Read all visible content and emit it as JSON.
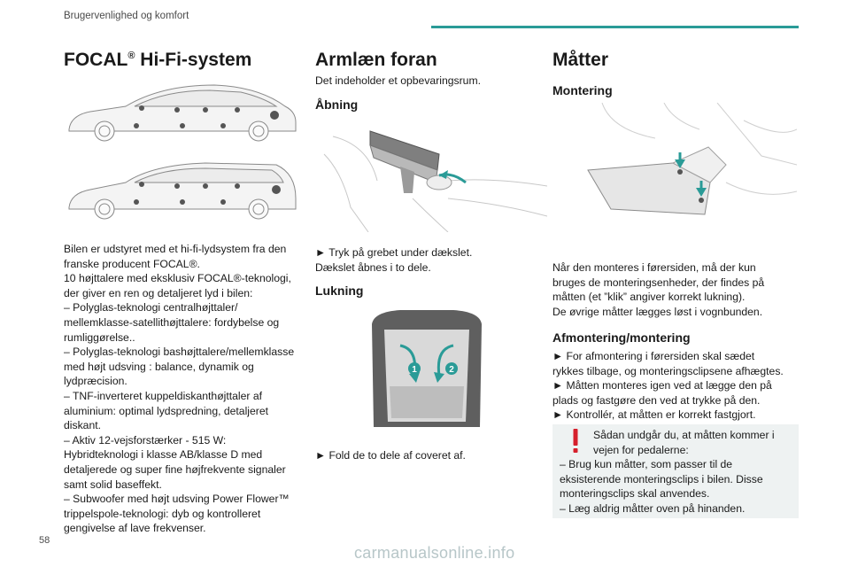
{
  "header": {
    "section": "Brugervenlighed og komfort"
  },
  "col1": {
    "title": "FOCAL",
    "title_sup": "®",
    "title_rest": " Hi-Fi-system",
    "lines": [
      "Bilen er udstyret med et hi-fi-lydsystem fra den",
      "franske producent FOCAL®.",
      "10 højttalere med eksklusiv FOCAL®-teknologi,",
      "der giver en ren og detaljeret lyd i bilen:",
      "– Polyglas-teknologi centralhøjttaler/",
      "mellemklasse-satellithøjttalere: fordybelse og",
      "rumliggørelse..",
      "– Polyglas-teknologi bashøjttalere/mellemklasse",
      "med højt udsving : balance, dynamik og",
      "lydpræcision.",
      "– TNF-inverteret kuppeldiskanthøjttaler af",
      "aluminium: optimal lydspredning, detaljeret",
      "diskant.",
      "– Aktiv 12-vejsforstærker - 515 W:",
      "Hybridteknologi i klasse AB/klasse D med",
      "detaljerede og super fine højfrekvente signaler",
      "samt solid baseffekt.",
      "– Subwoofer med højt udsving Power Flower™",
      "trippelspole-teknologi: dyb og kontrolleret",
      "gengivelse af lave frekvenser."
    ]
  },
  "col2": {
    "title": "Armlæn foran",
    "intro": "Det indeholder et opbevaringsrum.",
    "open_heading": "Åbning",
    "open_line1": "► Tryk på grebet under dækslet.",
    "open_line2": "Dækslet åbnes i to dele.",
    "close_heading": "Lukning",
    "close_line1": "► Fold de to dele af coveret af.",
    "badge1": "1",
    "badge2": "2"
  },
  "col3": {
    "title": "Måtter",
    "mount_heading": "Montering",
    "mount_lines": [
      "Når den monteres i førersiden, må der kun",
      "bruges de monteringsenheder, der findes på",
      "måtten (et ”klik” angiver korrekt lukning).",
      "De øvrige måtter lægges løst i vognbunden."
    ],
    "demount_heading": "Afmontering/montering",
    "demount_lines": [
      "► For afmontering i førersiden skal sædet",
      "rykkes tilbage, og monteringsclipsene afhægtes.",
      "► Måtten monteres igen ved at lægge den på",
      "plads og fastgøre den ved at trykke på den.",
      "► Kontrollér, at måtten er korrekt fastgjort."
    ],
    "warning_lines": [
      "Sådan undgår du, at måtten kommer i",
      "vejen for pedalerne:",
      "– Brug kun måtter, som passer til de",
      "eksisterende monteringsclips i bilen. Disse",
      "monteringsclips skal anvendes.",
      "– Læg aldrig måtter oven på hinanden."
    ]
  },
  "footer": {
    "page": "58",
    "watermark": "carmanualsonline.info"
  },
  "colors": {
    "accent": "#2a9b97",
    "warning": "#d6202c",
    "note_bg": "#eef2f2"
  }
}
